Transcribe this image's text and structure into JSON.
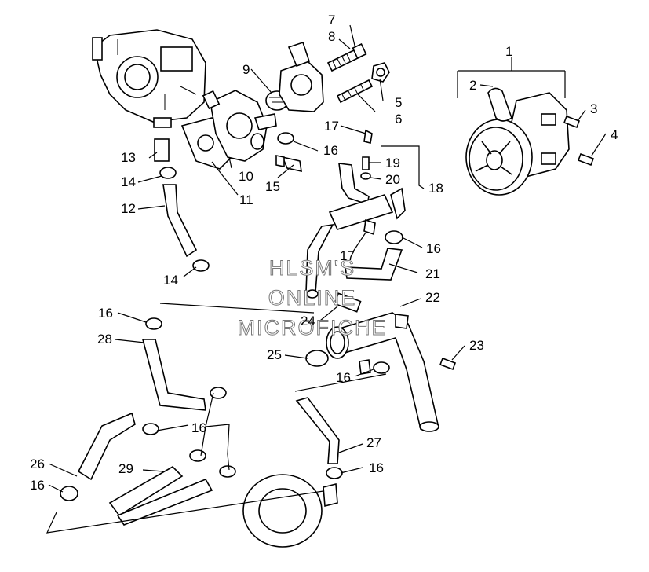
{
  "watermark": {
    "line1": "HLSM'S",
    "line2": "ONLINE",
    "line3": "MICROFICHE"
  },
  "callouts": {
    "c1": "1",
    "c2": "2",
    "c3": "3",
    "c4": "4",
    "c5": "5",
    "c6": "6",
    "c7": "7",
    "c8": "8",
    "c9": "9",
    "c10": "10",
    "c11": "11",
    "c12": "12",
    "c13": "13",
    "c14a": "14",
    "c14b": "14",
    "c15": "15",
    "c16a": "16",
    "c16b": "16",
    "c16c": "16",
    "c16d": "16",
    "c16e": "16",
    "c16f": "16",
    "c16g": "16",
    "c17a": "17",
    "c17b": "17",
    "c18": "18",
    "c19": "19",
    "c20": "20",
    "c21": "21",
    "c22": "22",
    "c23": "23",
    "c24": "24",
    "c25": "25",
    "c26": "26",
    "c27": "27",
    "c28": "28",
    "c29": "29"
  }
}
